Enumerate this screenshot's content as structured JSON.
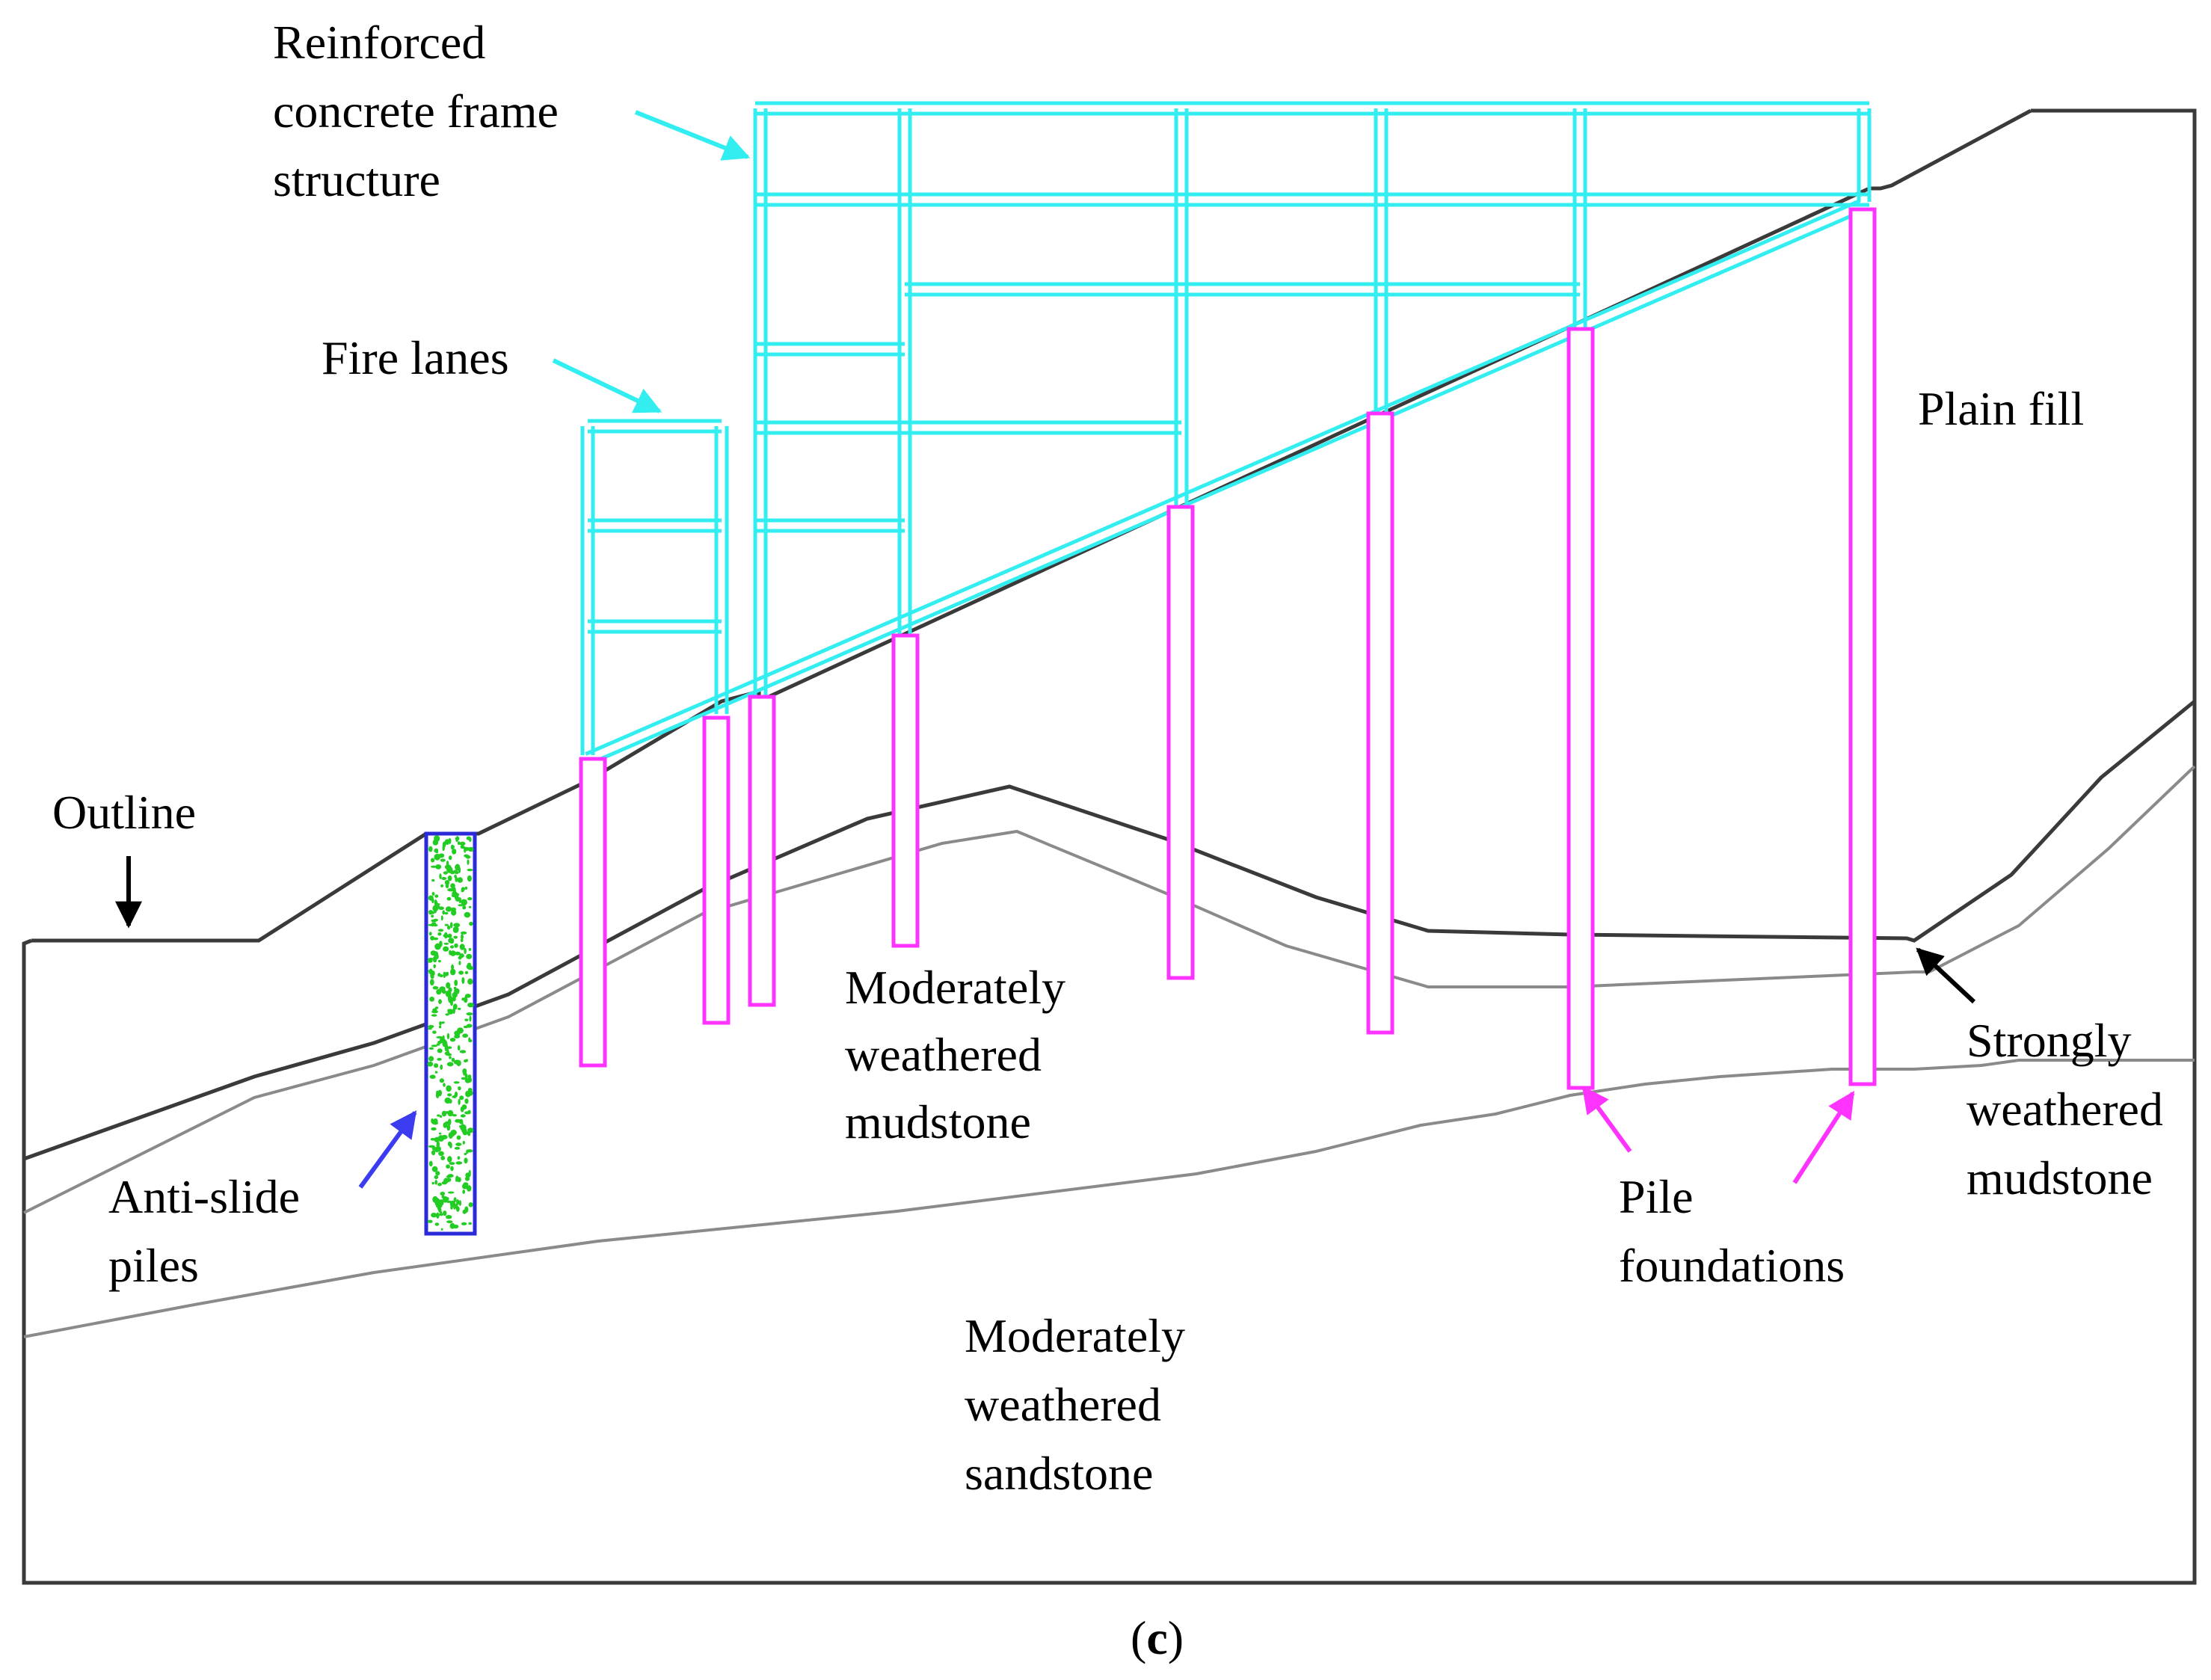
{
  "labels": {
    "frame": [
      "Reinforced",
      "concrete frame",
      "structure"
    ],
    "fire_lanes": "Fire lanes",
    "plain_fill": "Plain fill",
    "outline": "Outline",
    "mod_mudstone": [
      "Moderately",
      "weathered",
      "mudstone"
    ],
    "strong_mudstone": [
      "Strongly",
      "weathered",
      "mudstone"
    ],
    "anti_slide": [
      "Anti-slide",
      "piles"
    ],
    "pile_foundations": [
      "Pile",
      "foundations"
    ],
    "mod_sandstone": [
      "Moderately",
      "weathered",
      "sandstone"
    ]
  },
  "caption": {
    "open": "(",
    "letter": "c",
    "close": ")"
  },
  "colors": {
    "frame": "#33eef0",
    "pile": "#ff33ff",
    "anti_slide_border": "#2a2ad8",
    "anti_slide_fill": "#22cc22",
    "ground_dark": "#3a3a3a",
    "ground_light": "#8a8a8a",
    "arrow_black": "#000000",
    "arrow_blue": "#3b3bf0",
    "arrow_cyan": "#33eef0",
    "arrow_magenta": "#ff33ff"
  }
}
